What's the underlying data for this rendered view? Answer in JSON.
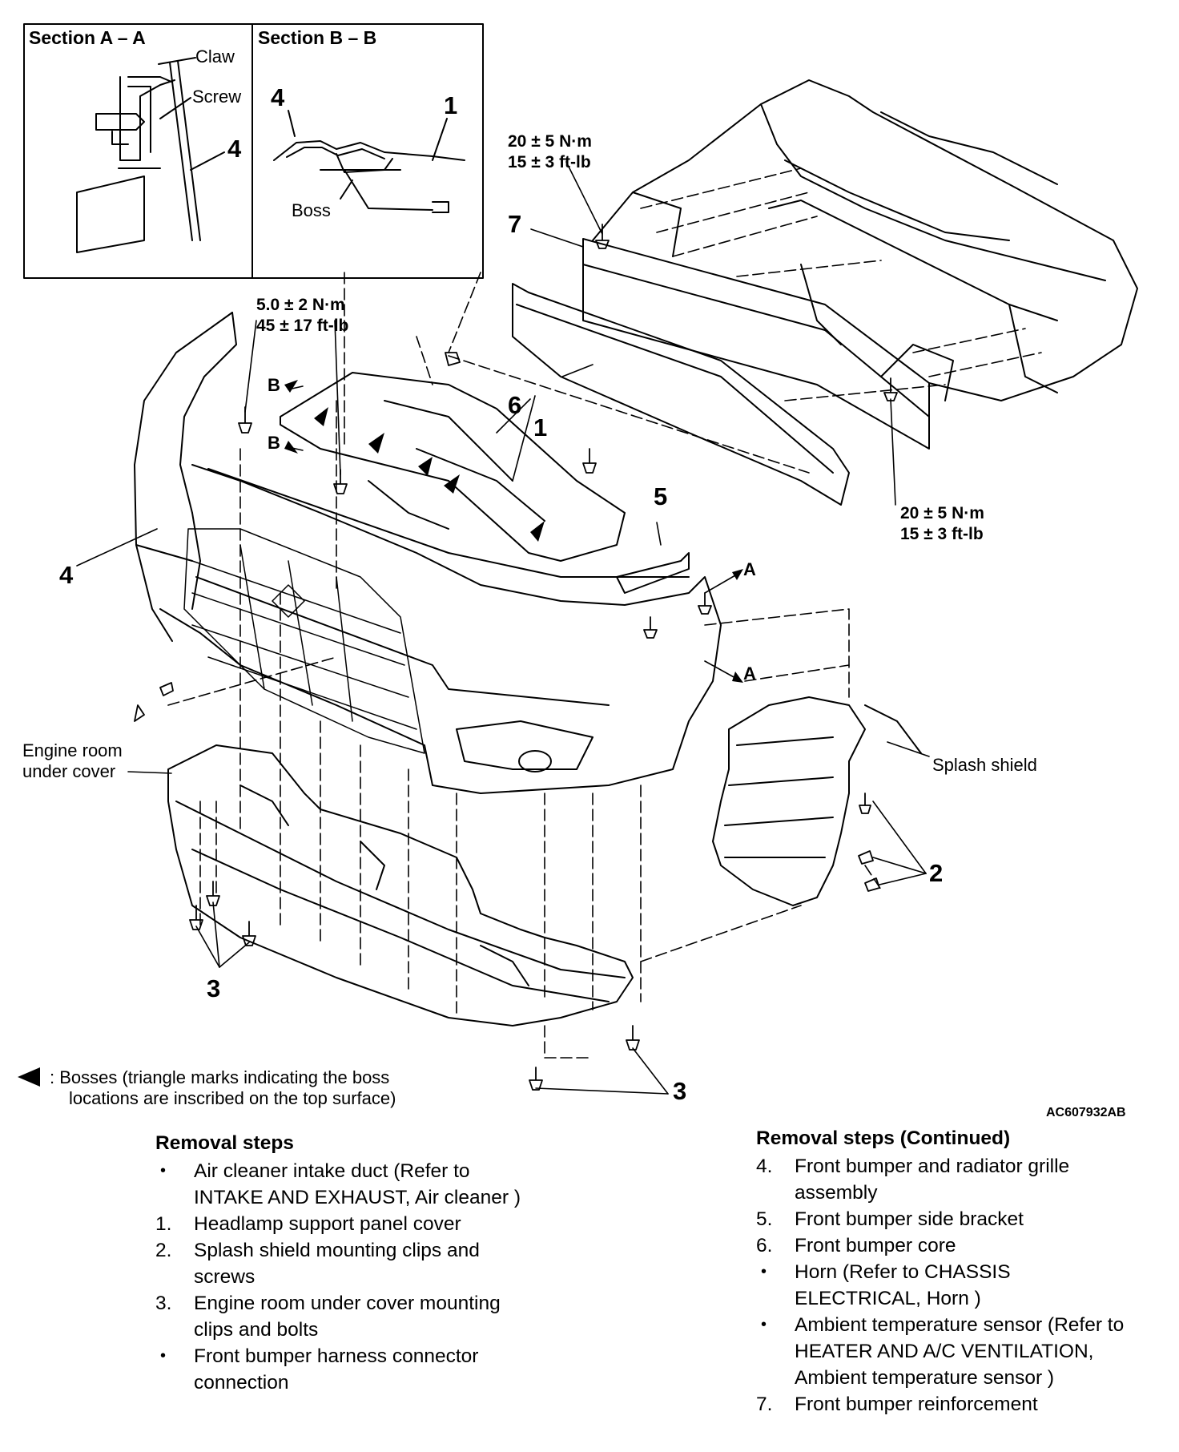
{
  "section_a": {
    "title": "Section A – A",
    "claw": "Claw",
    "screw": "Screw",
    "num_4": "4"
  },
  "section_b": {
    "title": "Section B – B",
    "num_4": "4",
    "num_1": "1",
    "boss": "Boss"
  },
  "torques": {
    "reinforcement_left": [
      "20 ± 5 N·m",
      "15 ± 3 ft-lb"
    ],
    "reinforcement_right": [
      "20 ± 5 N·m",
      "15 ± 3 ft-lb"
    ],
    "panel_cover": [
      "5.0 ± 2 N·m",
      "45 ± 17 ft-lb"
    ]
  },
  "callouts": {
    "n1": "1",
    "n2": "2",
    "n3_left": "3",
    "n3_right": "3",
    "n4": "4",
    "n5": "5",
    "n6": "6",
    "n7": "7",
    "b_upper": "B",
    "b_lower": "B",
    "a_upper": "A",
    "a_lower": "A"
  },
  "labels": {
    "engine_room_line1": "Engine room",
    "engine_room_line2": "under cover",
    "splash_shield": "Splash shield",
    "legend_line1": ": Bosses (triangle marks indicating the boss",
    "legend_line2": "locations are inscribed on the top surface)",
    "figure_code": "AC607932AB"
  },
  "removal_steps": {
    "heading": "Removal steps",
    "items": [
      {
        "marker": "•",
        "lines": [
          "Air cleaner intake duct (Refer to",
          "INTAKE AND EXHAUST, Air cleaner )"
        ]
      },
      {
        "marker": "1.",
        "lines": [
          "Headlamp support panel cover"
        ]
      },
      {
        "marker": "2.",
        "lines": [
          "Splash shield mounting clips and",
          "screws"
        ]
      },
      {
        "marker": "3.",
        "lines": [
          "Engine room under cover mounting",
          "clips and bolts"
        ]
      },
      {
        "marker": "•",
        "lines": [
          "Front bumper harness connector",
          "connection"
        ]
      }
    ]
  },
  "removal_steps_continued": {
    "heading": "Removal steps (Continued)",
    "items": [
      {
        "marker": "4.",
        "lines": [
          "Front bumper and radiator grille",
          "assembly"
        ]
      },
      {
        "marker": "5.",
        "lines": [
          "Front bumper side bracket"
        ]
      },
      {
        "marker": "6.",
        "lines": [
          "Front bumper core"
        ]
      },
      {
        "marker": "•",
        "lines": [
          "Horn (Refer to CHASSIS",
          "ELECTRICAL, Horn )"
        ]
      },
      {
        "marker": "•",
        "lines": [
          "Ambient temperature sensor (Refer to",
          "HEATER AND A/C VENTILATION,",
          "Ambient temperature sensor )"
        ]
      },
      {
        "marker": "7.",
        "lines": [
          "Front bumper reinforcement"
        ]
      }
    ]
  }
}
